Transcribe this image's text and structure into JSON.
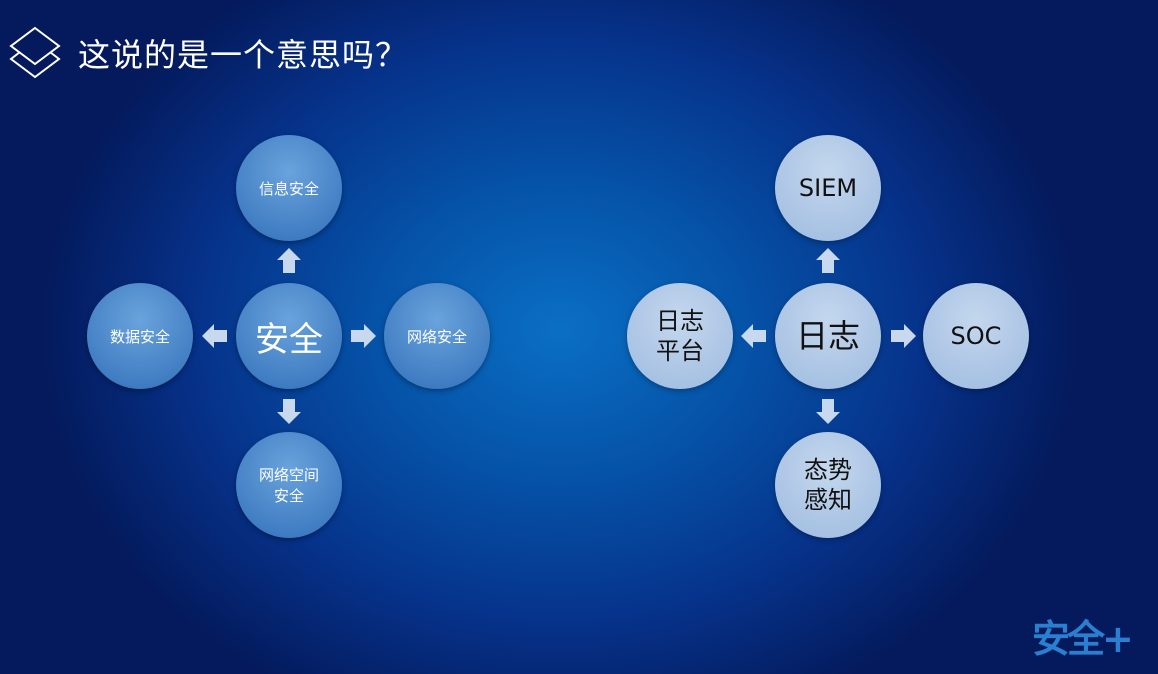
{
  "slide": {
    "title": "这说的是一个意思吗？"
  },
  "left_diagram": {
    "center": "安全",
    "top": "信息安全",
    "bottom": "网络空间安全",
    "left": "数据安全",
    "right": "网络安全"
  },
  "right_diagram": {
    "center": "日志",
    "top": "SIEM",
    "bottom": "态势感知",
    "left": "日志平台",
    "right": "SOC"
  },
  "brand": {
    "logo_text": "安全+"
  },
  "colors": {
    "left_circle": "#4a86c8",
    "right_circle": "#a9c4e4",
    "arrow": "#c8d8ee"
  }
}
